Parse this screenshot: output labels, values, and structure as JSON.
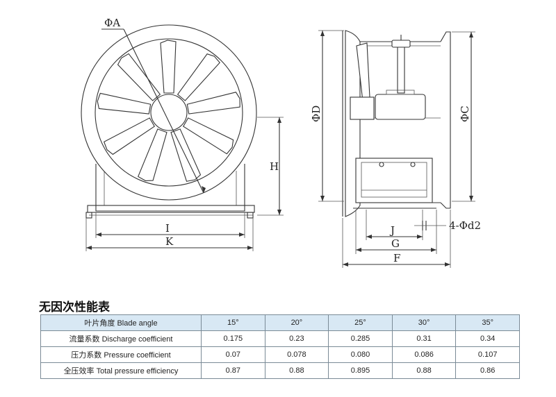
{
  "drawing": {
    "labels": {
      "phi_a": "ΦA",
      "h": "H",
      "i": "I",
      "k": "K",
      "phi_d": "ΦD",
      "phi_c": "ΦC",
      "j": "J",
      "g": "G",
      "f": "F",
      "holes": "4-Φd2"
    }
  },
  "table": {
    "title": "无因次性能表",
    "header": {
      "label": "叶片角度 Blade angle",
      "angles": [
        "15°",
        "20°",
        "25°",
        "30°",
        "35°"
      ]
    },
    "rows": [
      {
        "label": "流量系数 Discharge coefficient",
        "values": [
          "0.175",
          "0.23",
          "0.285",
          "0.31",
          "0.34"
        ]
      },
      {
        "label": "压力系数 Pressure coefficient",
        "values": [
          "0.07",
          "0.078",
          "0.080",
          "0.086",
          "0.107"
        ]
      },
      {
        "label": "全压效率 Total pressure efficiency",
        "values": [
          "0.87",
          "0.88",
          "0.895",
          "0.88",
          "0.86"
        ]
      }
    ]
  }
}
